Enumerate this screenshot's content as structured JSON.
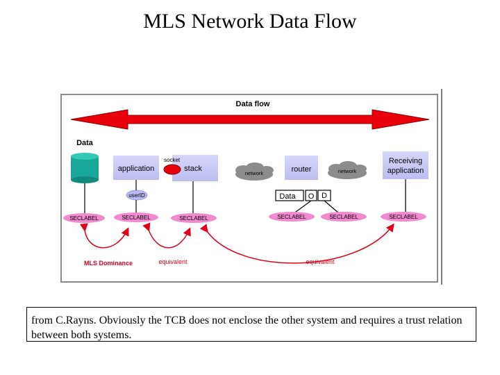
{
  "title": "MLS Network Data Flow",
  "diagram": {
    "data_flow_label": "Data flow",
    "data_label": "Data",
    "application_label": "application",
    "socket_label": "socket",
    "stack_label": "stack",
    "userid_label": "userID",
    "network_left_label": "network",
    "router_label": "router",
    "network_right_label": "network",
    "receiving_line1": "Receiving",
    "receiving_line2": "application",
    "packet_data_label": "Data",
    "packet_o_label": "O",
    "packet_d_label": "D",
    "seclabel_1": "SECLABEL",
    "seclabel_2": "SECLABEL",
    "seclabel_3": "SECLABEL",
    "seclabel_4": "SECLABEL",
    "seclabel_5": "SECLABEL",
    "seclabel_6": "SECLABEL",
    "mls_dominance_label": "MLS Dominance",
    "equivalent_label_1": "equivalent",
    "equivalent_label_2": "equivalent",
    "colors": {
      "arrow_red": "#e8000b",
      "box_lavender": "#c8c8f5",
      "cylinder_teal": "#17a89a",
      "cloud_gray": "#8c8c8c",
      "seclabel_pink": "#f28ad0",
      "curve_red": "#e0001a"
    }
  },
  "caption": "from C.Rayns. Obviously the TCB does not enclose the other system and requires a trust relation between both systems."
}
